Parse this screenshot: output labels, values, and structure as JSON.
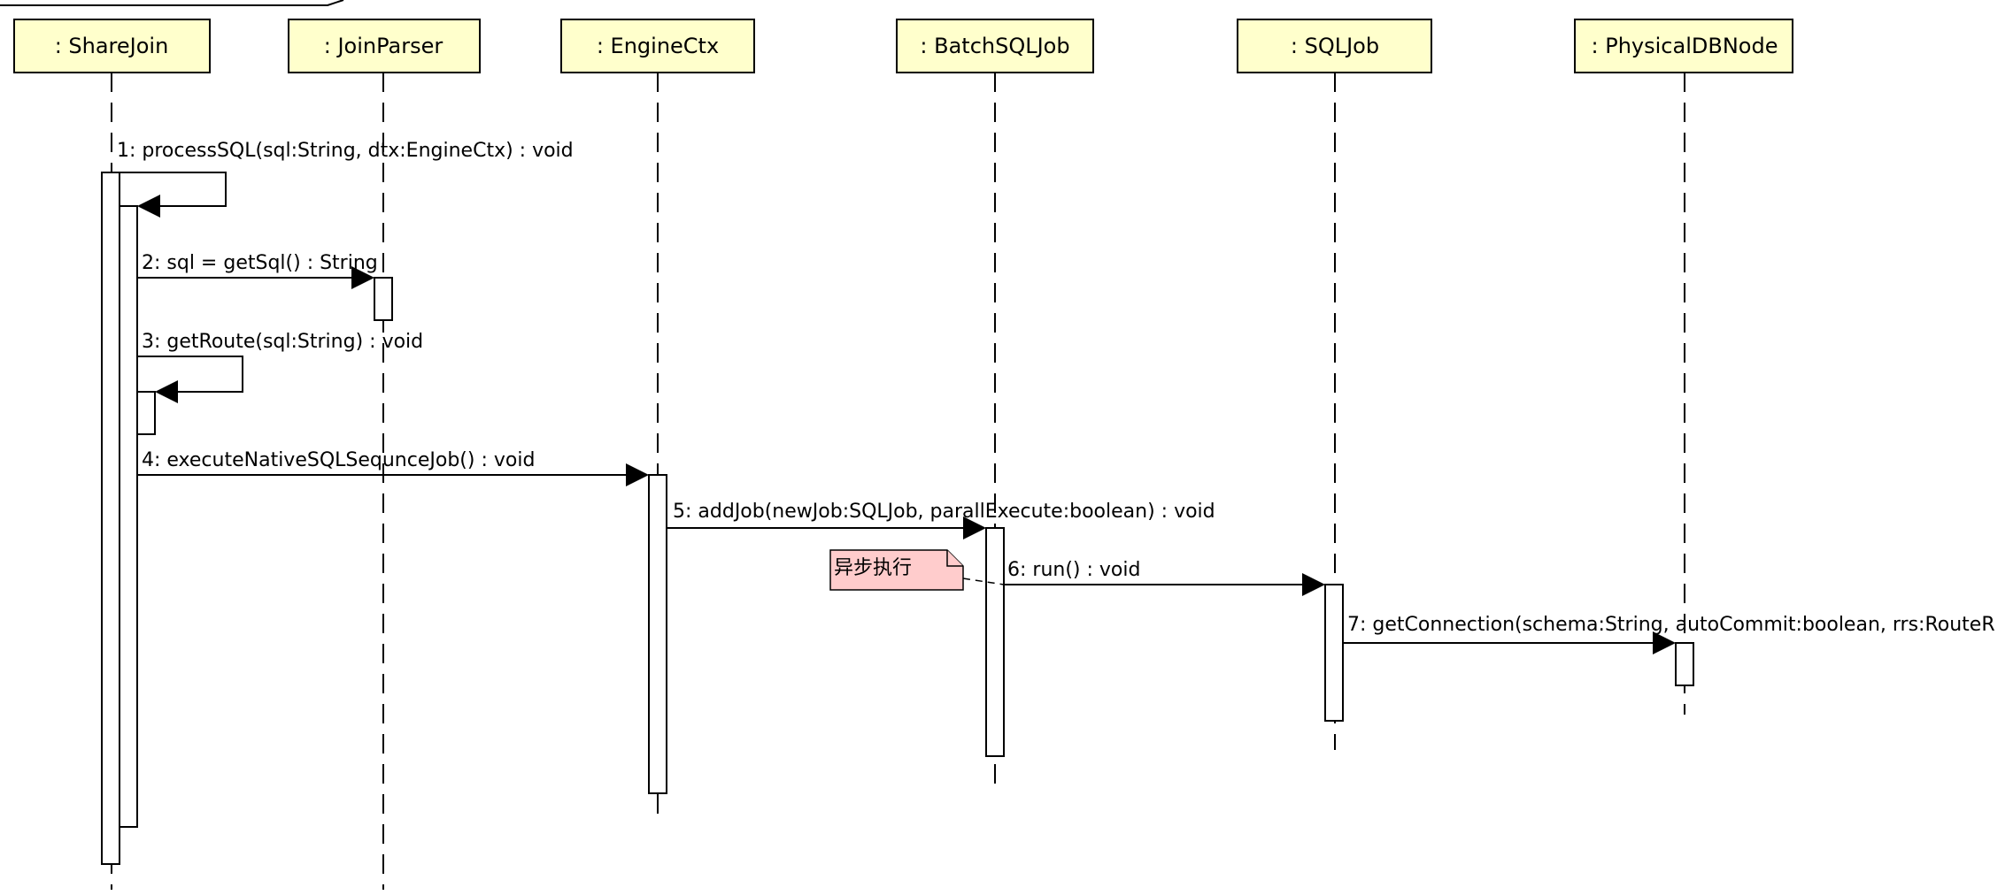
{
  "participants": [
    {
      "id": "p0",
      "name": ": ShareJoin"
    },
    {
      "id": "p1",
      "name": ": JoinParser"
    },
    {
      "id": "p2",
      "name": ": EngineCtx"
    },
    {
      "id": "p3",
      "name": ": BatchSQLJob"
    },
    {
      "id": "p4",
      "name": ": SQLJob"
    },
    {
      "id": "p5",
      "name": ": PhysicalDBNode"
    }
  ],
  "messages": [
    {
      "id": "m1",
      "from": "p0",
      "to": "p0",
      "label": "1: processSQL(sql:String, dtx:EngineCtx) : void",
      "kind": "self"
    },
    {
      "id": "m2",
      "from": "p0",
      "to": "p1",
      "label": "2: sql = getSql() : String",
      "kind": "call"
    },
    {
      "id": "m3",
      "from": "p0",
      "to": "p0",
      "label": "3: getRoute(sql:String) : void",
      "kind": "self"
    },
    {
      "id": "m4",
      "from": "p0",
      "to": "p2",
      "label": "4: executeNativeSQLSequnceJob() : void",
      "kind": "call"
    },
    {
      "id": "m5",
      "from": "p2",
      "to": "p3",
      "label": "5: addJob(newJob:SQLJob, parallExecute:boolean) : void",
      "kind": "call"
    },
    {
      "id": "m6",
      "from": "p3",
      "to": "p4",
      "label": "6: run() : void",
      "kind": "call"
    },
    {
      "id": "m7",
      "from": "p4",
      "to": "p5",
      "label": "7: getConnection(schema:String, autoCommit:boolean, rrs:RouteR",
      "kind": "call"
    }
  ],
  "notes": [
    {
      "id": "n1",
      "text": "异步执行",
      "attached_to": "m6"
    }
  ]
}
